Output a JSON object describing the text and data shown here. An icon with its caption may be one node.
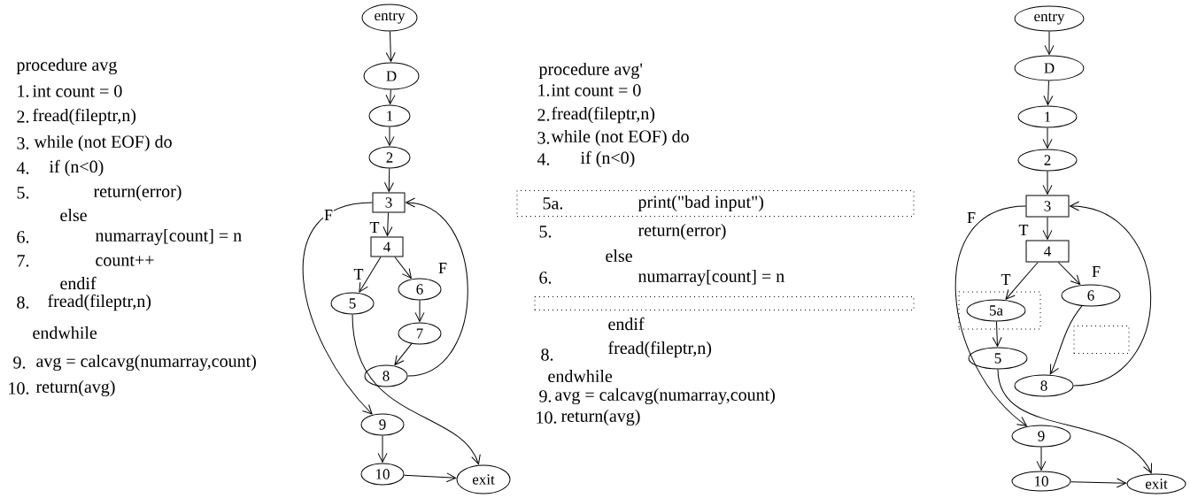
{
  "diagram": {
    "nodes": [
      {
        "text": [
          "entry"
        ]
      },
      {
        "text": [
          "D"
        ]
      },
      {
        "text": [
          "1"
        ]
      },
      {
        "text": [
          "2"
        ]
      },
      {
        "text": [
          "3"
        ]
      },
      {
        "text": [
          "4"
        ]
      },
      {
        "text": [
          "5"
        ]
      },
      {
        "text": [
          "6"
        ]
      },
      {
        "text": [
          "7"
        ]
      },
      {
        "text": [
          "8"
        ]
      },
      {
        "text": [
          "9"
        ]
      },
      {
        "text": [
          "10"
        ]
      },
      {
        "text": [
          "exit"
        ]
      },
      {
        "text": [
          "5a.",
          "print(\"bad input\")"
        ]
      },
      {
        "text": [],
        "shape": "box"
      },
      {
        "text": [
          "entry"
        ]
      },
      {
        "text": [
          "D"
        ]
      },
      {
        "text": [
          "1"
        ]
      },
      {
        "text": [
          "2"
        ]
      },
      {
        "text": [
          "3"
        ]
      },
      {
        "text": [
          "4"
        ]
      },
      {
        "text": [],
        "shape": "box"
      },
      {
        "text": [
          "5a"
        ],
        "in": 21
      },
      {
        "text": [
          "6"
        ]
      },
      {
        "text": [],
        "shape": "box"
      },
      {
        "text": [
          "5"
        ]
      },
      {
        "text": [
          "8"
        ]
      },
      {
        "text": [
          "9"
        ]
      },
      {
        "text": [
          "10"
        ]
      },
      {
        "text": [
          "exit"
        ]
      }
    ],
    "edges": [
      {
        "from": 0,
        "to": 1,
        "arrow": "to"
      },
      {
        "from": 1,
        "to": 2,
        "arrow": "to"
      },
      {
        "from": 2,
        "to": 3,
        "arrow": "to"
      },
      {
        "from": 3,
        "to": 4,
        "arrow": "to"
      },
      {
        "from": 4,
        "to": 5,
        "arrow": "to",
        "label": "T"
      },
      {
        "from": 4,
        "to": 10,
        "arrow": "to",
        "label": "F"
      },
      {
        "from": 5,
        "to": 6,
        "arrow": "to",
        "label": "T"
      },
      {
        "from": 5,
        "to": 7,
        "arrow": "to",
        "label": "F"
      },
      {
        "from": 7,
        "to": 8,
        "arrow": "to"
      },
      {
        "from": 8,
        "to": 9,
        "arrow": "to"
      },
      {
        "from": 9,
        "to": 4,
        "arrow": "to"
      },
      {
        "from": 6,
        "to": 12,
        "arrow": "to"
      },
      {
        "from": 10,
        "to": 11,
        "arrow": "to"
      },
      {
        "from": 11,
        "to": 12,
        "arrow": "to"
      },
      {
        "from": 15,
        "to": 16,
        "arrow": "to"
      },
      {
        "from": 16,
        "to": 17,
        "arrow": "to"
      },
      {
        "from": 17,
        "to": 18,
        "arrow": "to"
      },
      {
        "from": 18,
        "to": 19,
        "arrow": "to"
      },
      {
        "from": 19,
        "to": 20,
        "arrow": "to",
        "label": "T"
      },
      {
        "from": 19,
        "to": 27,
        "arrow": "to",
        "label": "F"
      },
      {
        "from": 20,
        "to": 22,
        "arrow": "to",
        "label": "T"
      },
      {
        "from": 20,
        "to": 23,
        "arrow": "to",
        "label": "F"
      },
      {
        "from": 22,
        "to": 25,
        "arrow": "to"
      },
      {
        "from": 23,
        "to": 26,
        "arrow": "to"
      },
      {
        "from": 26,
        "to": 19,
        "arrow": "to"
      },
      {
        "from": 25,
        "to": 29,
        "arrow": "to"
      },
      {
        "from": 27,
        "to": 28,
        "arrow": "to"
      },
      {
        "from": 28,
        "to": 29,
        "arrow": "to"
      }
    ],
    "labels": [
      "procedure avg",
      "1.",
      "int count = 0",
      "2.",
      "fread(fileptr,n)",
      "3.",
      "while (not EOF) do",
      "4.",
      "if (n<0)",
      "5.",
      "return(error)",
      "else",
      "6.",
      "numarray[count] = n",
      "7.",
      "count++",
      "endif",
      "8.",
      "fread(fileptr,n)",
      "endwhile",
      "9.",
      "avg = calcavg(numarray,count)",
      "10.",
      "return(avg)",
      "procedure avg'",
      "1.",
      "int count = 0",
      "2.",
      "fread(fileptr,n)",
      "3.",
      "while (not EOF) do",
      "4.",
      "if (n<0)",
      "5.",
      "return(error)",
      "else",
      "6.",
      "numarray[count] = n",
      "endif",
      "8.",
      "fread(fileptr,n)",
      "endwhile",
      "9.",
      "avg = calcavg(numarray,count)",
      "10.",
      "return(avg)"
    ]
  }
}
